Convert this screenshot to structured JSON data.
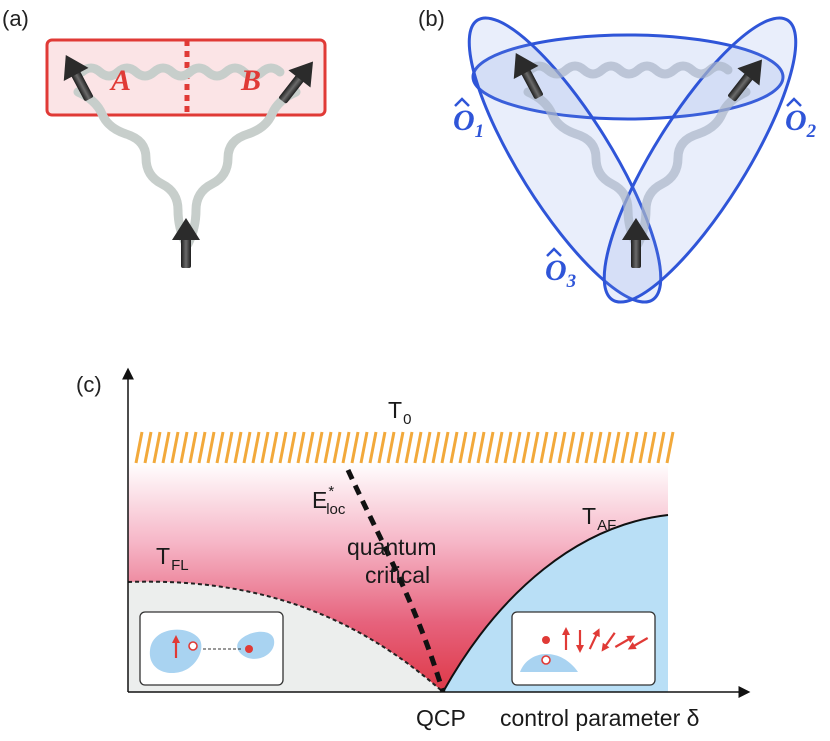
{
  "panels": {
    "a": {
      "label": "(a)",
      "region_a": "A",
      "region_b": "B"
    },
    "b": {
      "label": "(b)",
      "operators": [
        {
          "name": "O",
          "sub": "1"
        },
        {
          "name": "O",
          "sub": "2"
        },
        {
          "name": "O",
          "sub": "3"
        }
      ]
    },
    "c": {
      "label": "(c)",
      "t0": {
        "main": "T",
        "sub": "0"
      },
      "eloc": {
        "main": "E",
        "sup": "*",
        "sub": "loc"
      },
      "taf": {
        "main": "T",
        "sub": "AF"
      },
      "tfl": {
        "main": "T",
        "sub": "FL"
      },
      "quantum_critical": [
        "quantum",
        "critical"
      ],
      "qcp": "QCP",
      "x_axis": "control parameter δ"
    }
  },
  "colors": {
    "red": "#e03a36",
    "blue": "#2f55d8",
    "gray_wave": "#c7cecb",
    "orange": "#f2a93b",
    "af_blue": "#b9dff6",
    "fl_gray": "#eceeed"
  }
}
